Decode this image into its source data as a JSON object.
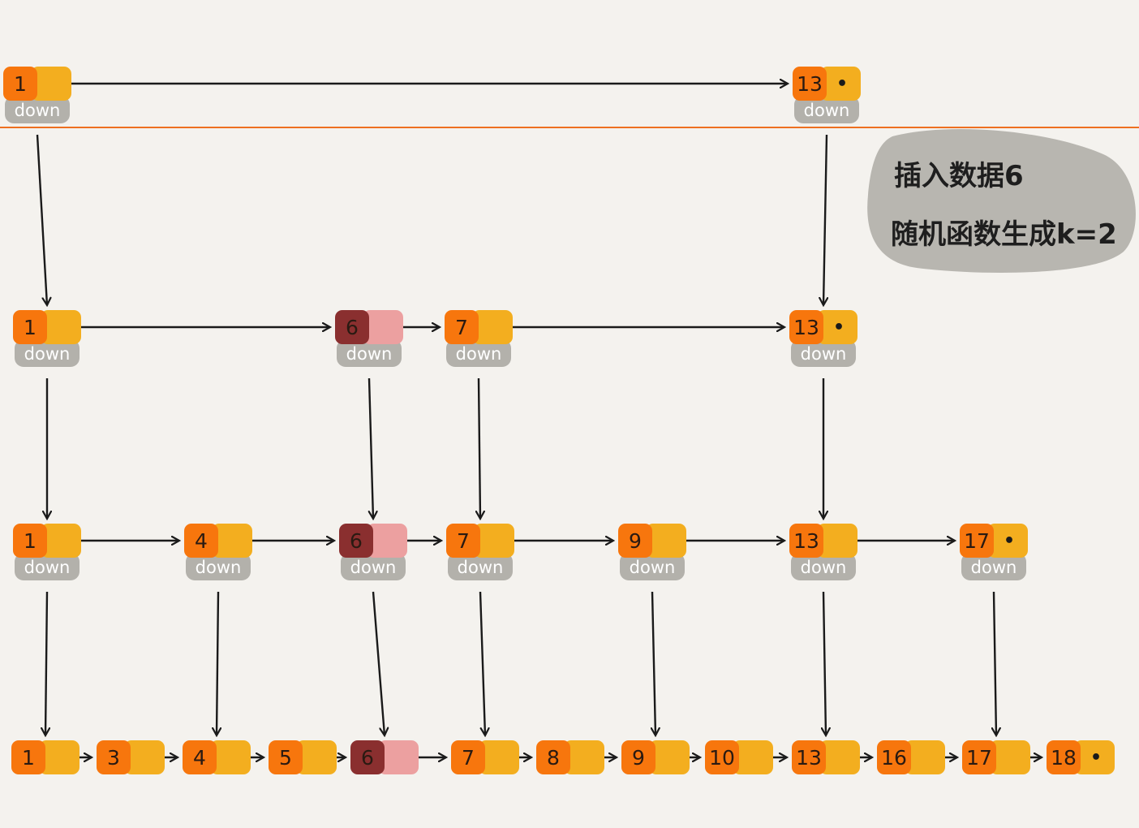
{
  "note": {
    "line1": "插入数据6",
    "line2": "随机函数生成k=2"
  },
  "colors": {
    "key": "#f7760d",
    "pointer": "#f3ae1f",
    "new_key": "#8a2f2f",
    "new_pointer": "#eca0a0",
    "down_box": "#b3b1ab",
    "line": "#1a1a1a",
    "marker_line": "#ee7020",
    "note_bg": "#b8b6b0",
    "background": "#f4f2ee"
  },
  "null_marker": "•",
  "down_label": "down",
  "levels": [
    {
      "name": "level-3",
      "nodes": [
        {
          "label": "1",
          "has_down": true,
          "is_new": false,
          "is_tail": false
        },
        {
          "label": "13",
          "has_down": true,
          "is_new": false,
          "is_tail": true
        }
      ]
    },
    {
      "name": "level-2",
      "nodes": [
        {
          "label": "1",
          "has_down": true,
          "is_new": false,
          "is_tail": false
        },
        {
          "label": "6",
          "has_down": true,
          "is_new": true,
          "is_tail": false
        },
        {
          "label": "7",
          "has_down": true,
          "is_new": false,
          "is_tail": false
        },
        {
          "label": "13",
          "has_down": true,
          "is_new": false,
          "is_tail": true
        }
      ]
    },
    {
      "name": "level-1",
      "nodes": [
        {
          "label": "1",
          "has_down": true,
          "is_new": false,
          "is_tail": false
        },
        {
          "label": "4",
          "has_down": true,
          "is_new": false,
          "is_tail": false
        },
        {
          "label": "6",
          "has_down": true,
          "is_new": true,
          "is_tail": false
        },
        {
          "label": "7",
          "has_down": true,
          "is_new": false,
          "is_tail": false
        },
        {
          "label": "9",
          "has_down": true,
          "is_new": false,
          "is_tail": false
        },
        {
          "label": "13",
          "has_down": true,
          "is_new": false,
          "is_tail": false
        },
        {
          "label": "17",
          "has_down": true,
          "is_new": false,
          "is_tail": true
        }
      ]
    },
    {
      "name": "level-0",
      "nodes": [
        {
          "label": "1",
          "has_down": false,
          "is_new": false,
          "is_tail": false
        },
        {
          "label": "3",
          "has_down": false,
          "is_new": false,
          "is_tail": false
        },
        {
          "label": "4",
          "has_down": false,
          "is_new": false,
          "is_tail": false
        },
        {
          "label": "5",
          "has_down": false,
          "is_new": false,
          "is_tail": false
        },
        {
          "label": "6",
          "has_down": false,
          "is_new": true,
          "is_tail": false
        },
        {
          "label": "7",
          "has_down": false,
          "is_new": false,
          "is_tail": false
        },
        {
          "label": "8",
          "has_down": false,
          "is_new": false,
          "is_tail": false
        },
        {
          "label": "9",
          "has_down": false,
          "is_new": false,
          "is_tail": false
        },
        {
          "label": "10",
          "has_down": false,
          "is_new": false,
          "is_tail": false
        },
        {
          "label": "13",
          "has_down": false,
          "is_new": false,
          "is_tail": false
        },
        {
          "label": "16",
          "has_down": false,
          "is_new": false,
          "is_tail": false
        },
        {
          "label": "17",
          "has_down": false,
          "is_new": false,
          "is_tail": false
        },
        {
          "label": "18",
          "has_down": false,
          "is_new": false,
          "is_tail": true
        }
      ]
    }
  ]
}
